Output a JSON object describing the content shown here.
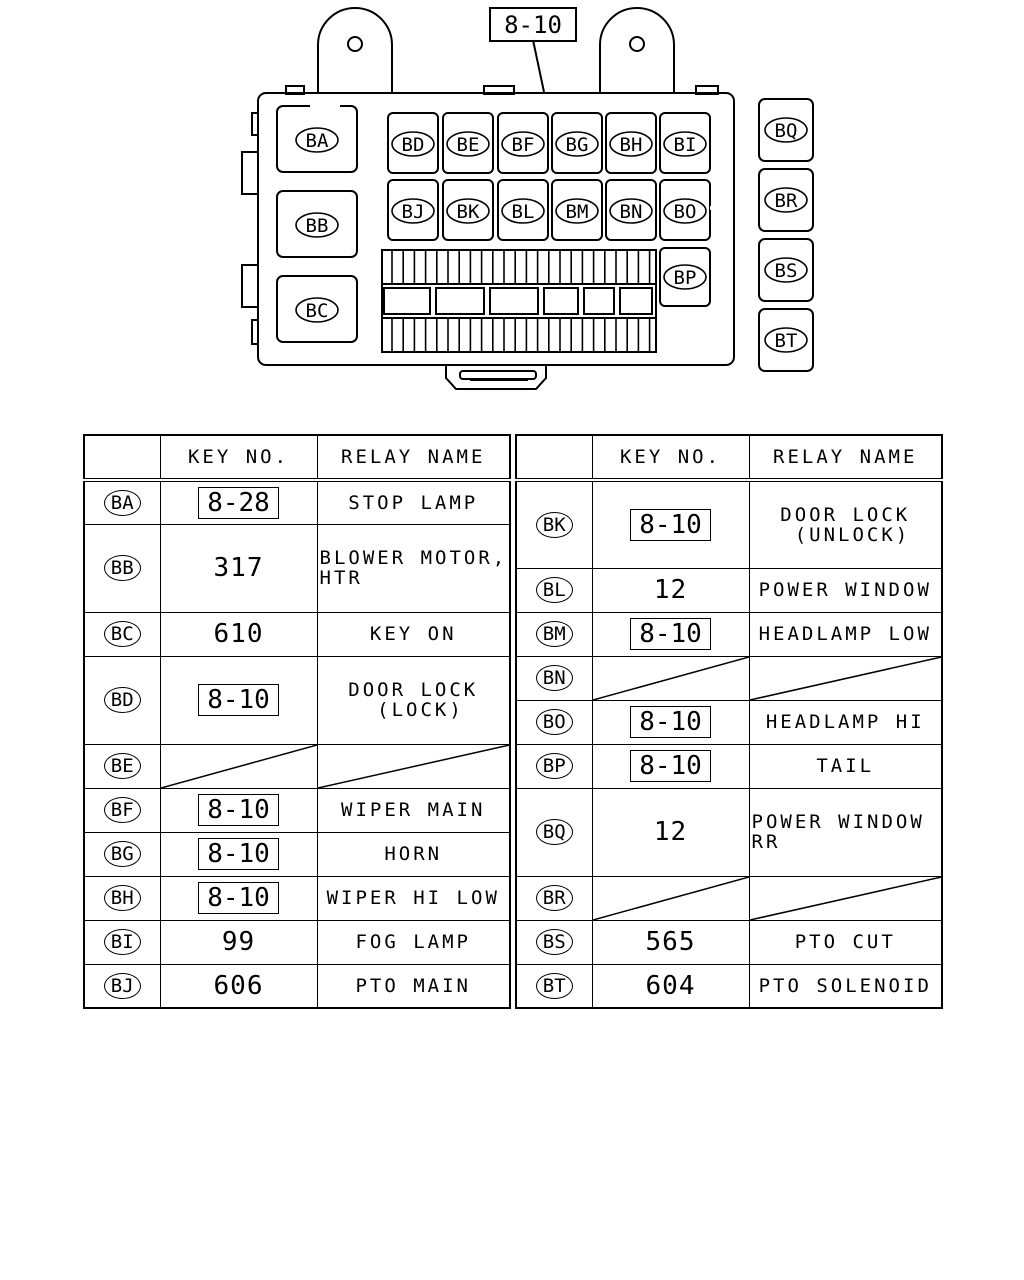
{
  "diagram": {
    "callout": "8-10",
    "relays_main": [
      "BA",
      "BB",
      "BC"
    ],
    "relays_row1": [
      "BD",
      "BE",
      "BF",
      "BG",
      "BH",
      "BI"
    ],
    "relays_row2": [
      "BJ",
      "BK",
      "BL",
      "BM",
      "BN",
      "BO"
    ],
    "relay_bp": "BP",
    "relays_external": [
      "BQ",
      "BR",
      "BS",
      "BT"
    ]
  },
  "table_left": {
    "headers": {
      "code": "",
      "key": "KEY NO.",
      "name": "RELAY NAME"
    },
    "rows": [
      {
        "code": "BA",
        "key": "8-28",
        "boxed": true,
        "name": "STOP LAMP"
      },
      {
        "code": "BB",
        "key": "317",
        "boxed": false,
        "name": "BLOWER MOTOR,\nHTR"
      },
      {
        "code": "BC",
        "key": "610",
        "boxed": false,
        "name": "KEY ON"
      },
      {
        "code": "BD",
        "key": "8-10",
        "boxed": true,
        "name": "DOOR LOCK\n (LOCK)"
      },
      {
        "code": "BE",
        "key": "",
        "boxed": false,
        "name": "",
        "blank": true
      },
      {
        "code": "BF",
        "key": "8-10",
        "boxed": true,
        "name": "WIPER MAIN"
      },
      {
        "code": "BG",
        "key": "8-10",
        "boxed": true,
        "name": "HORN"
      },
      {
        "code": "BH",
        "key": "8-10",
        "boxed": true,
        "name": "WIPER HI LOW"
      },
      {
        "code": "BI",
        "key": "99",
        "boxed": false,
        "name": "FOG LAMP"
      },
      {
        "code": "BJ",
        "key": "606",
        "boxed": false,
        "name": "PTO MAIN"
      }
    ]
  },
  "table_right": {
    "headers": {
      "code": "",
      "key": "KEY NO.",
      "name": "RELAY NAME"
    },
    "rows": [
      {
        "code": "BK",
        "key": "8-10",
        "boxed": true,
        "name": "DOOR LOCK\n (UNLOCK)"
      },
      {
        "code": "BL",
        "key": "12",
        "boxed": false,
        "name": "POWER WINDOW"
      },
      {
        "code": "BM",
        "key": "8-10",
        "boxed": true,
        "name": "HEADLAMP LOW"
      },
      {
        "code": "BN",
        "key": "",
        "boxed": false,
        "name": "",
        "blank": true
      },
      {
        "code": "BO",
        "key": "8-10",
        "boxed": true,
        "name": "HEADLAMP HI"
      },
      {
        "code": "BP",
        "key": "8-10",
        "boxed": true,
        "name": "TAIL"
      },
      {
        "code": "BQ",
        "key": "12",
        "boxed": false,
        "name": "POWER WINDOW\nRR"
      },
      {
        "code": "BR",
        "key": "",
        "boxed": false,
        "name": "",
        "blank": true
      },
      {
        "code": "BS",
        "key": "565",
        "boxed": false,
        "name": "PTO CUT"
      },
      {
        "code": "BT",
        "key": "604",
        "boxed": false,
        "name": "PTO SOLENOID"
      }
    ]
  }
}
